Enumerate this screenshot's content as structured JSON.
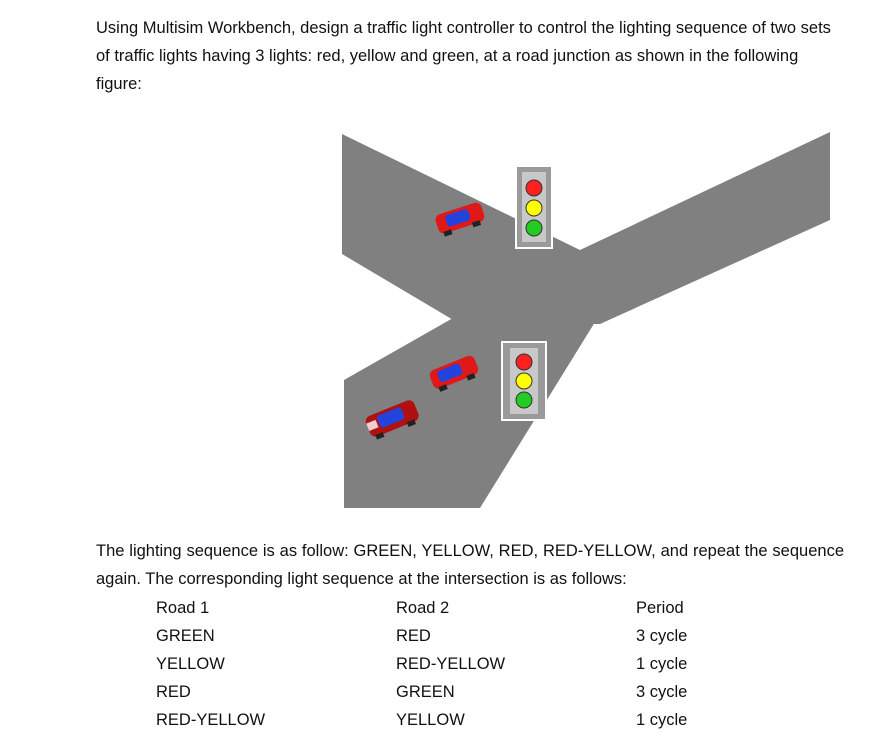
{
  "intro": "Using Multisim Workbench, design a traffic light controller to control the lighting sequence of two sets of traffic lights having 3 lights: red, yellow and green, at a road junction as shown in the following figure:",
  "sequence_text": "The lighting sequence is as follow: GREEN, YELLOW, RED, RED-YELLOW, and repeat the sequence again. The corresponding light sequence at the intersection is as follows:",
  "table": {
    "headers": [
      "Road 1",
      "Road 2",
      "Period"
    ],
    "rows": [
      [
        "GREEN",
        "RED",
        "3 cycle"
      ],
      [
        "YELLOW",
        "RED-YELLOW",
        "1 cycle"
      ],
      [
        "RED",
        "GREEN",
        "3 cycle"
      ],
      [
        "RED-YELLOW",
        "YELLOW",
        "1 cycle"
      ]
    ]
  },
  "colors": {
    "road": "#808080",
    "light_red": "#ff2020",
    "light_yellow": "#ffff00",
    "light_green": "#22cc22",
    "car_red": "#e01818",
    "car_blue": "#2244dd"
  }
}
